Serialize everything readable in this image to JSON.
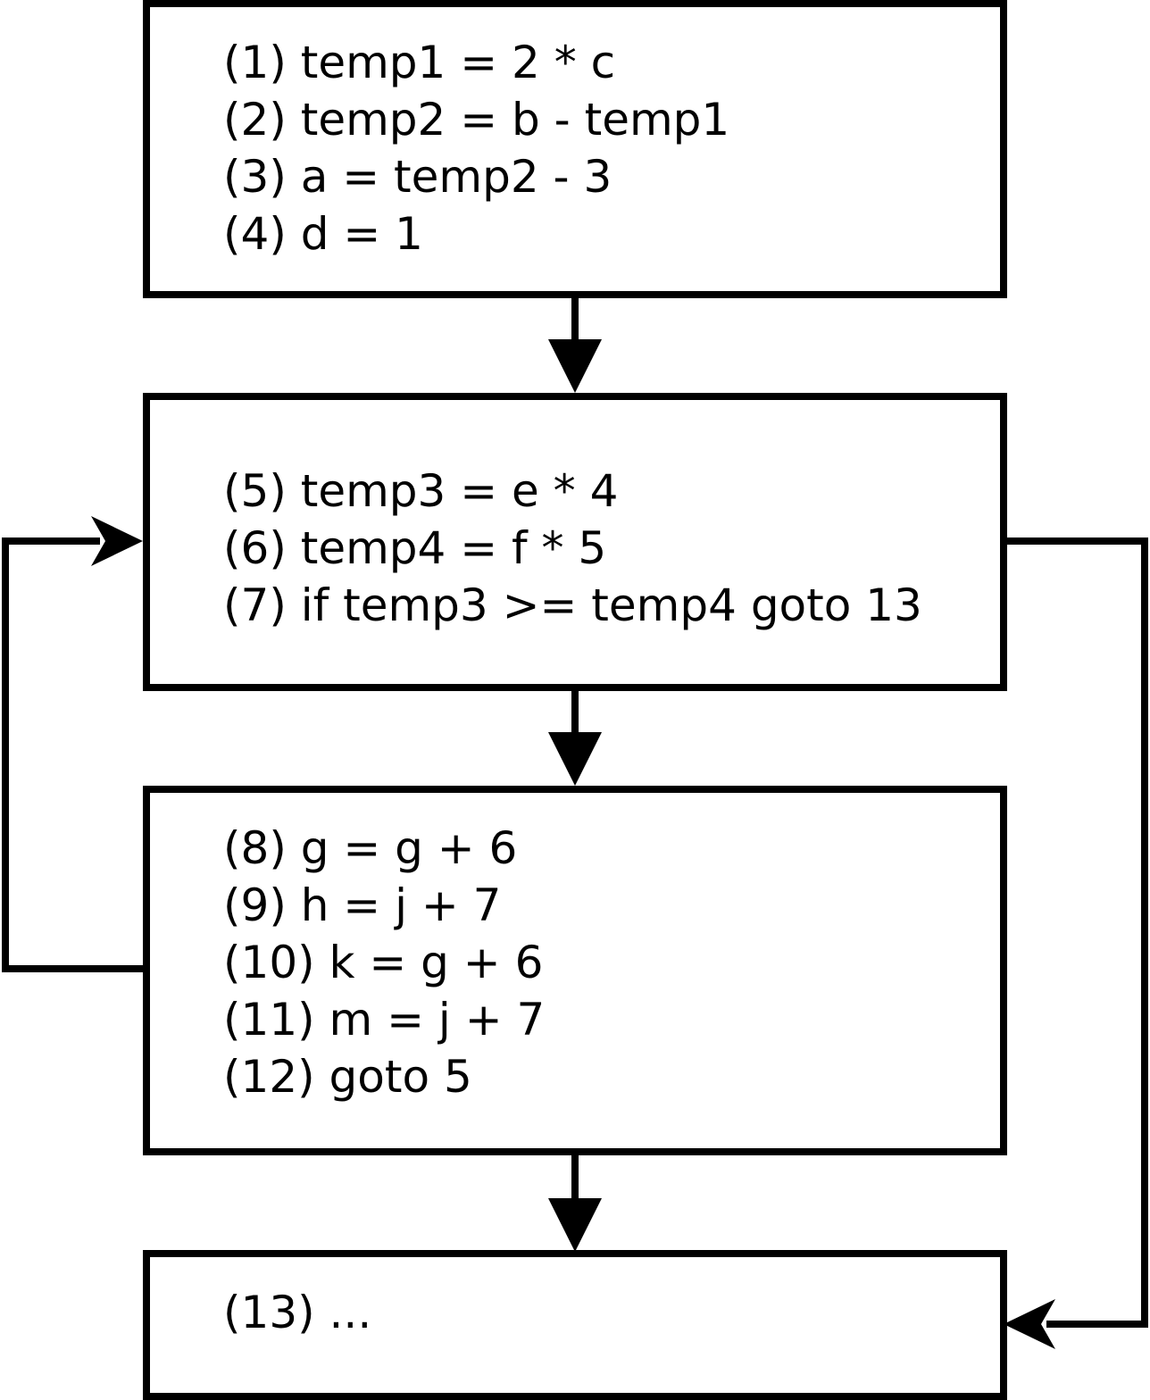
{
  "diagram": {
    "type": "control-flow-graph",
    "colors": {
      "stroke": "#000000",
      "text": "#000000",
      "fill": "#ffffff"
    },
    "blocks": [
      {
        "id": "b1",
        "lines": [
          "(1) temp1 = 2 * c",
          "(2) temp2 = b - temp1",
          "(3) a = temp2 - 3",
          "(4) d = 1"
        ]
      },
      {
        "id": "b2",
        "lines": [
          "(5) temp3 = e * 4",
          "(6) temp4 = f * 5",
          "(7) if temp3 >= temp4 goto 13"
        ]
      },
      {
        "id": "b3",
        "lines": [
          "(8) g = g + 6",
          "(9) h = j + 7",
          "(10) k = g + 6",
          "(11) m = j + 7",
          "(12) goto 5"
        ]
      },
      {
        "id": "b4",
        "lines": [
          "(13) ..."
        ]
      }
    ],
    "edges": [
      {
        "from": "b1",
        "to": "b2",
        "kind": "fall-through"
      },
      {
        "from": "b2",
        "to": "b3",
        "kind": "fall-through"
      },
      {
        "from": "b3",
        "to": "b4",
        "kind": "fall-through"
      },
      {
        "from": "b3",
        "to": "b2",
        "kind": "back-edge"
      },
      {
        "from": "b2",
        "to": "b4",
        "kind": "branch"
      }
    ]
  }
}
